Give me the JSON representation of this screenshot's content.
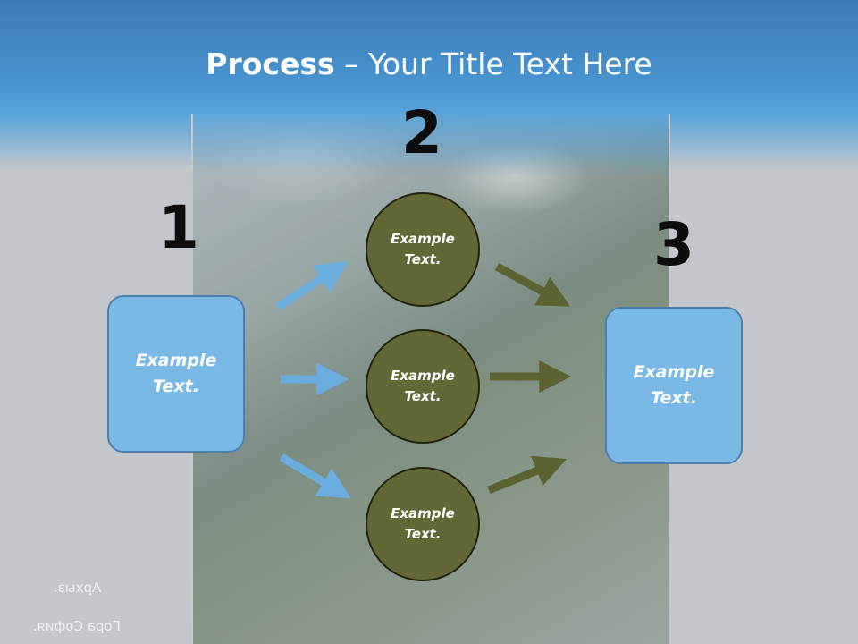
{
  "title": {
    "bold": "Process",
    "rest": " – Your Title Text Here"
  },
  "steps": {
    "one": "1",
    "two": "2",
    "three": "3"
  },
  "left_box": {
    "text": "Example\nText."
  },
  "right_box": {
    "text": "Example\nText."
  },
  "circles": [
    {
      "text": "Example\nText."
    },
    {
      "text": "Example\nText."
    },
    {
      "text": "Example\nText."
    }
  ],
  "captions": {
    "line1": "Архыз.",
    "line2": "Гора София."
  },
  "colors": {
    "header_blue": "#4a97d3",
    "box_fill": "#7ab9e6",
    "circle_fill": "#636635",
    "arrow_blue": "#6aaee0",
    "arrow_olive": "#5b6331"
  }
}
